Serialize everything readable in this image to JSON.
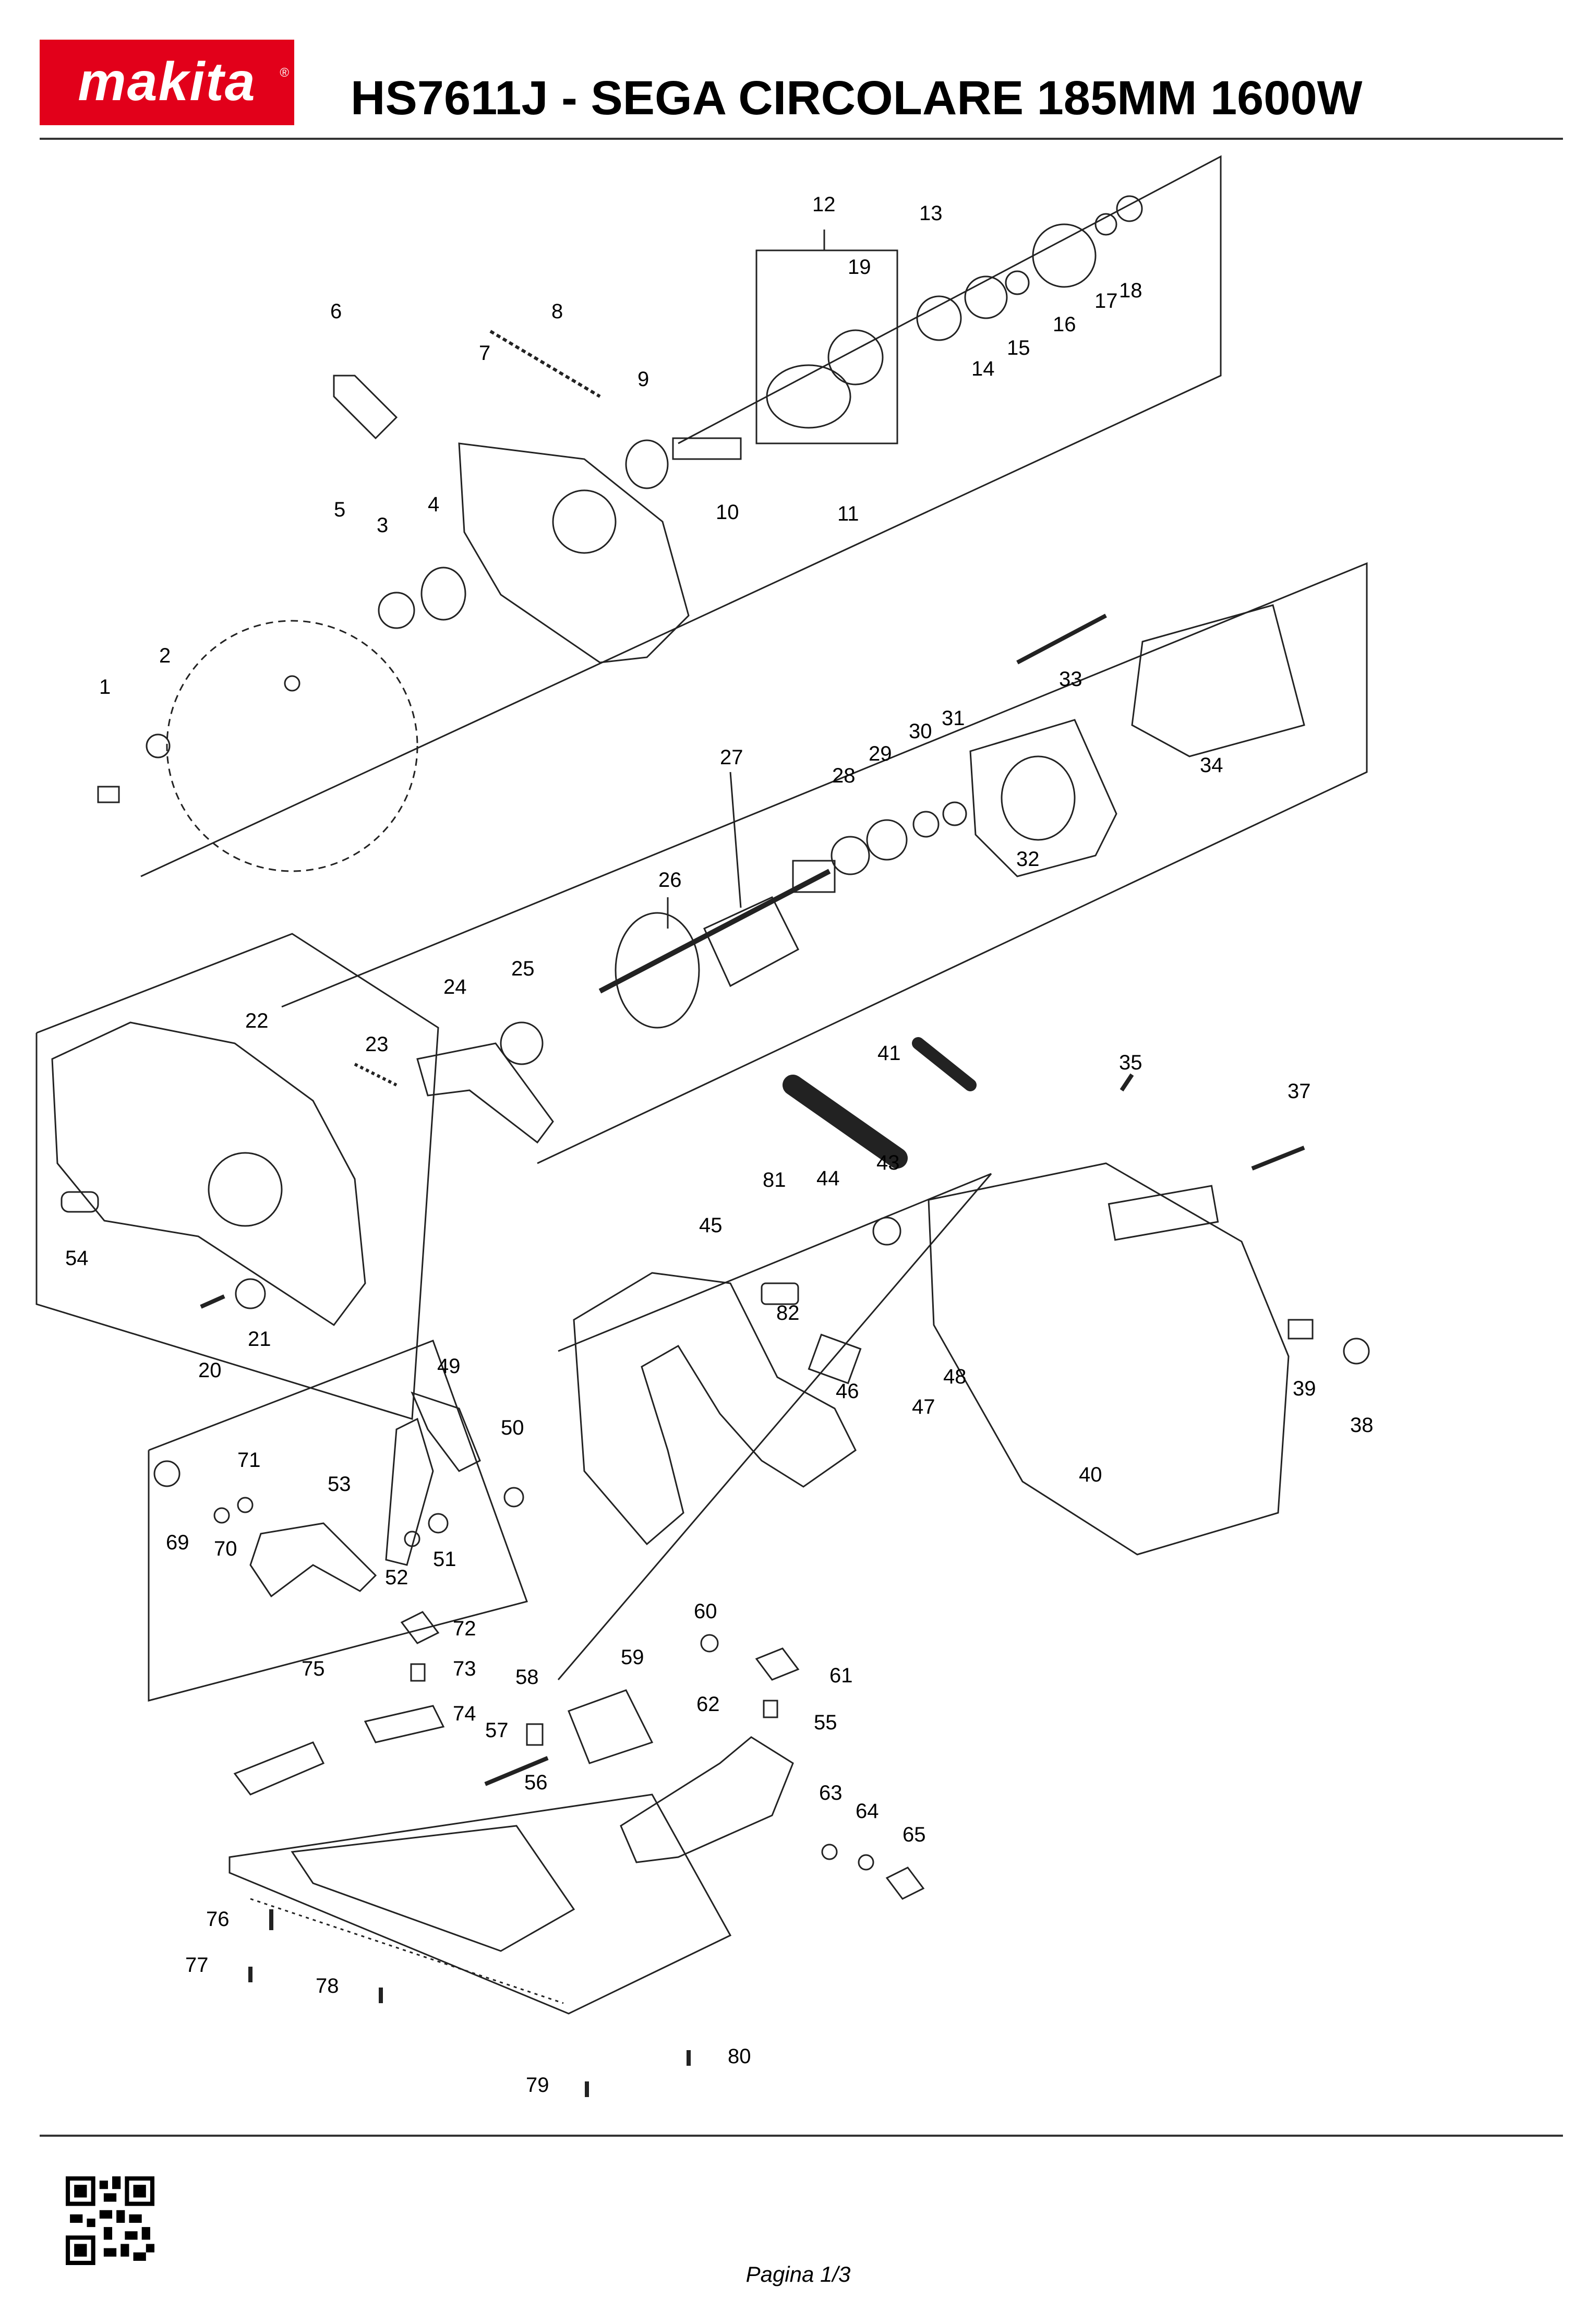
{
  "brand": {
    "logo_text": "makita",
    "registered": "®",
    "logo_color": "#e2001a"
  },
  "title": "HS7611J - SEGA CIRCOLARE 185MM 1600W",
  "footer": {
    "page_label": "Pagina 1/3"
  },
  "icons": {
    "qr": "qr-code-icon"
  },
  "parts": [
    "1",
    "2",
    "3",
    "4",
    "5",
    "6",
    "7",
    "8",
    "9",
    "10",
    "11",
    "12",
    "13",
    "14",
    "15",
    "16",
    "17",
    "18",
    "19",
    "20",
    "21",
    "22",
    "23",
    "24",
    "25",
    "26",
    "27",
    "28",
    "29",
    "30",
    "31",
    "32",
    "33",
    "34",
    "35",
    "37",
    "38",
    "39",
    "40",
    "41",
    "43",
    "44",
    "45",
    "46",
    "47",
    "48",
    "49",
    "50",
    "51",
    "52",
    "53",
    "54",
    "55",
    "56",
    "57",
    "58",
    "59",
    "60",
    "61",
    "62",
    "63",
    "64",
    "65",
    "69",
    "70",
    "71",
    "72",
    "73",
    "74",
    "75",
    "76",
    "77",
    "78",
    "79",
    "80",
    "81",
    "82"
  ]
}
